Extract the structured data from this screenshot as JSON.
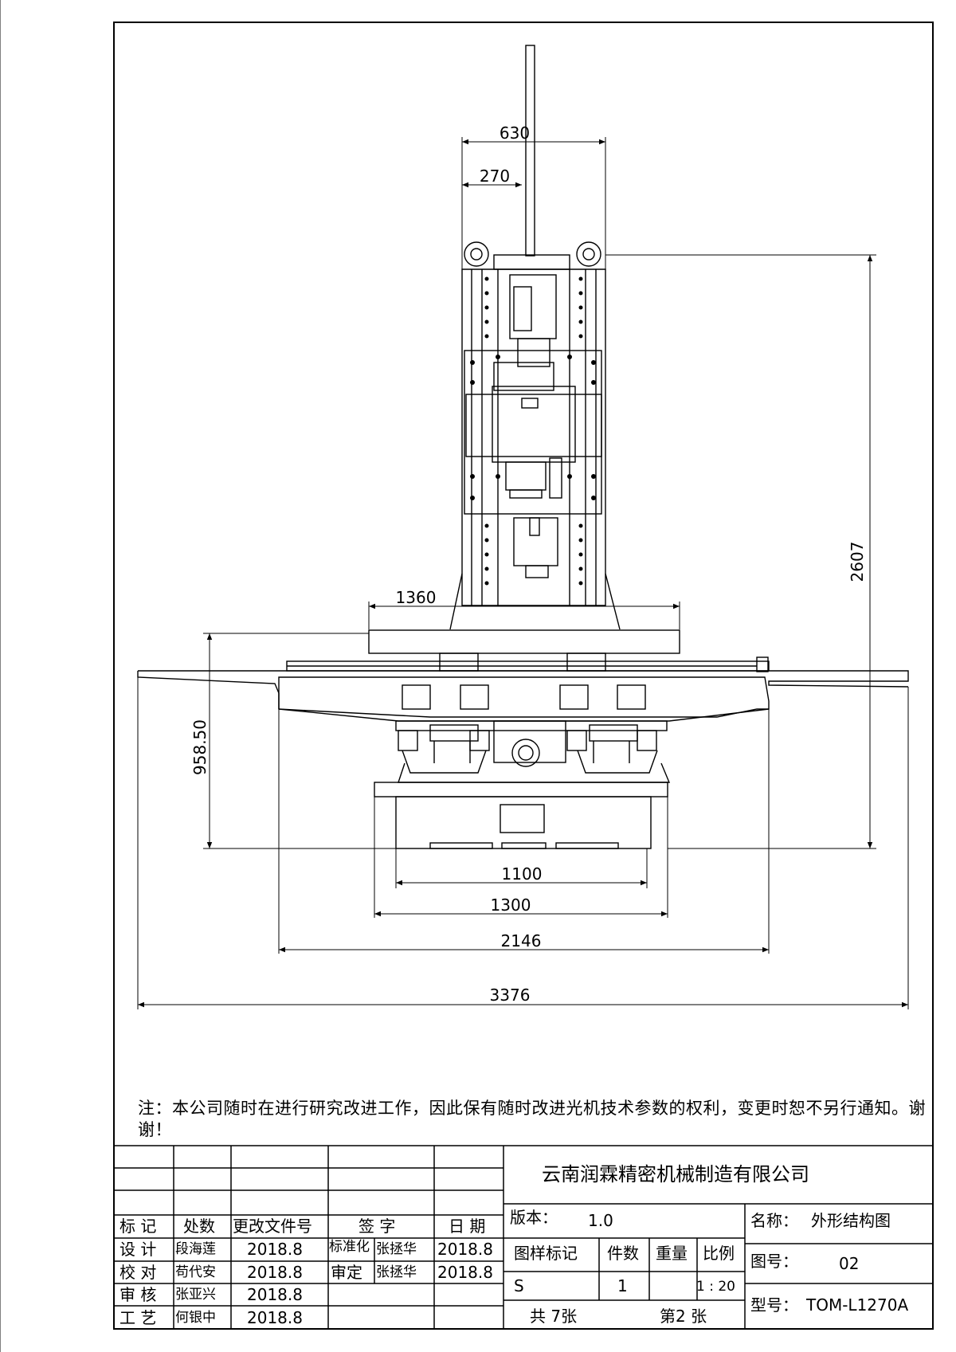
{
  "drawing": {
    "dimensions": {
      "d630": "630",
      "d270": "270",
      "d2607": "2607",
      "d1360": "1360",
      "d958": "958.50",
      "d1100": "1100",
      "d1300": "1300",
      "d2146": "2146",
      "d3376": "3376"
    }
  },
  "note": "注：本公司随时在进行研究改进工作，因此保有随时改进光机技术参数的权利，变更时恕不另行通知。谢谢！",
  "title_block": {
    "company": "云南润霖精密机械制造有限公司",
    "revision_headers": {
      "mark": "标 记",
      "count": "处数",
      "doc_no": "更改文件号",
      "signature": "签 字",
      "date": "日 期"
    },
    "rows": [
      {
        "role": "设 计",
        "name": "段海莲",
        "date": "2018.8"
      },
      {
        "role": "校 对",
        "name": "苟代安",
        "date": "2018.8"
      },
      {
        "role": "审 核",
        "name": "张亚兴",
        "date": "2018.8"
      },
      {
        "role": "工 艺",
        "name": "何银中",
        "date": "2018.8"
      }
    ],
    "standardization": {
      "role": "标准化",
      "name": "张拯华",
      "date": "2018.8"
    },
    "approval": {
      "role": "审定",
      "name": "张拯华",
      "date": "2018.8"
    },
    "version_label": "版本：",
    "version": "1.0",
    "sample_mark_label": "图样标记",
    "sample_mark": "S",
    "qty_label": "件数",
    "qty": "1",
    "weight_label": "重量",
    "scale_label": "比例",
    "scale": "1 : 20",
    "sheets_total": "共 7张",
    "sheet_no": "第2 张",
    "name_label": "名称：",
    "name": "外形结构图",
    "drawing_no_label": "图号：",
    "drawing_no": "02",
    "model_label": "型号：",
    "model": "TOM-L1270A"
  }
}
